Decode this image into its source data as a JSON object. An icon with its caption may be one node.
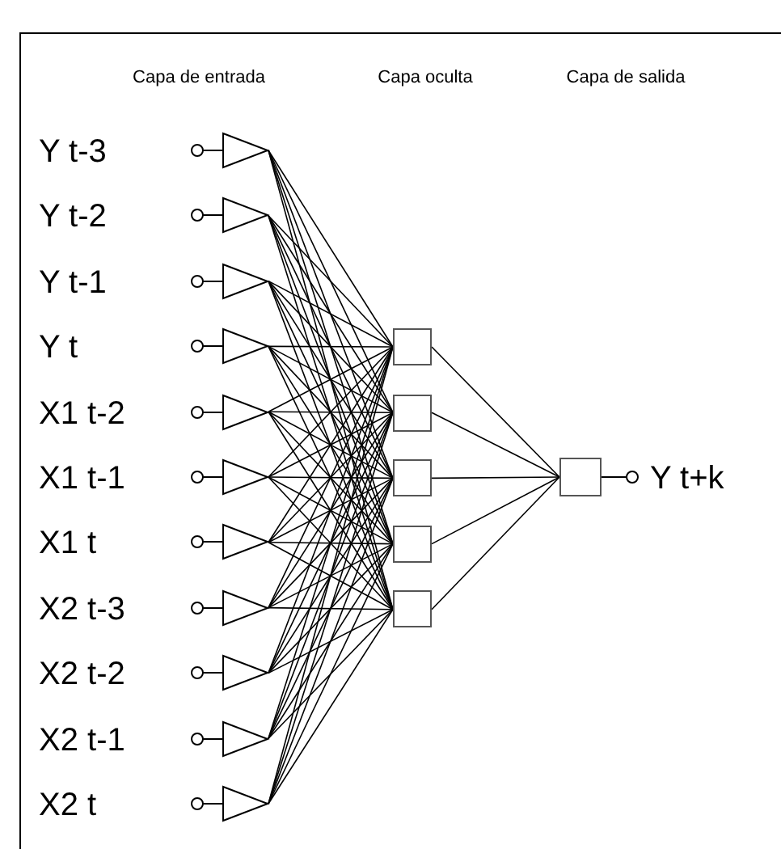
{
  "diagram": {
    "nodes": [
      {
        "text": [],
        "shape": "triangle",
        "beside": [
          "Y t-3"
        ]
      },
      {
        "text": [],
        "shape": "triangle",
        "beside": [
          "Y t-2"
        ]
      },
      {
        "text": [],
        "shape": "triangle",
        "beside": [
          "Y t-1"
        ]
      },
      {
        "text": [],
        "shape": "triangle",
        "beside": [
          "Y t"
        ]
      },
      {
        "text": [],
        "shape": "triangle",
        "beside": [
          "X1 t-2"
        ]
      },
      {
        "text": [],
        "shape": "triangle",
        "beside": [
          "X1 t-1"
        ]
      },
      {
        "text": [],
        "shape": "triangle",
        "beside": [
          "X1 t"
        ]
      },
      {
        "text": [],
        "shape": "triangle",
        "beside": [
          "X2 t-3"
        ]
      },
      {
        "text": [],
        "shape": "triangle",
        "beside": [
          "X2 t-2"
        ]
      },
      {
        "text": [],
        "shape": "triangle",
        "beside": [
          "X2 t-1"
        ]
      },
      {
        "text": [],
        "shape": "triangle",
        "beside": [
          "X2 t"
        ]
      },
      {
        "text": [],
        "shape": "box"
      },
      {
        "text": [],
        "shape": "box"
      },
      {
        "text": [],
        "shape": "box"
      },
      {
        "text": [],
        "shape": "box"
      },
      {
        "text": [],
        "shape": "box"
      },
      {
        "text": [],
        "shape": "box",
        "beside": [
          "Y t+k"
        ]
      }
    ],
    "edges": [
      {
        "from": 0,
        "to": 11,
        "arrow": "none"
      },
      {
        "from": 0,
        "to": 12,
        "arrow": "none"
      },
      {
        "from": 0,
        "to": 13,
        "arrow": "none"
      },
      {
        "from": 0,
        "to": 14,
        "arrow": "none"
      },
      {
        "from": 0,
        "to": 15,
        "arrow": "none"
      },
      {
        "from": 1,
        "to": 11,
        "arrow": "none"
      },
      {
        "from": 1,
        "to": 12,
        "arrow": "none"
      },
      {
        "from": 1,
        "to": 13,
        "arrow": "none"
      },
      {
        "from": 1,
        "to": 14,
        "arrow": "none"
      },
      {
        "from": 1,
        "to": 15,
        "arrow": "none"
      },
      {
        "from": 2,
        "to": 11,
        "arrow": "none"
      },
      {
        "from": 2,
        "to": 12,
        "arrow": "none"
      },
      {
        "from": 2,
        "to": 13,
        "arrow": "none"
      },
      {
        "from": 2,
        "to": 14,
        "arrow": "none"
      },
      {
        "from": 2,
        "to": 15,
        "arrow": "none"
      },
      {
        "from": 3,
        "to": 11,
        "arrow": "none"
      },
      {
        "from": 3,
        "to": 12,
        "arrow": "none"
      },
      {
        "from": 3,
        "to": 13,
        "arrow": "none"
      },
      {
        "from": 3,
        "to": 14,
        "arrow": "none"
      },
      {
        "from": 3,
        "to": 15,
        "arrow": "none"
      },
      {
        "from": 4,
        "to": 11,
        "arrow": "none"
      },
      {
        "from": 4,
        "to": 12,
        "arrow": "none"
      },
      {
        "from": 4,
        "to": 13,
        "arrow": "none"
      },
      {
        "from": 4,
        "to": 14,
        "arrow": "none"
      },
      {
        "from": 4,
        "to": 15,
        "arrow": "none"
      },
      {
        "from": 5,
        "to": 11,
        "arrow": "none"
      },
      {
        "from": 5,
        "to": 12,
        "arrow": "none"
      },
      {
        "from": 5,
        "to": 13,
        "arrow": "none"
      },
      {
        "from": 5,
        "to": 14,
        "arrow": "none"
      },
      {
        "from": 5,
        "to": 15,
        "arrow": "none"
      },
      {
        "from": 6,
        "to": 11,
        "arrow": "none"
      },
      {
        "from": 6,
        "to": 12,
        "arrow": "none"
      },
      {
        "from": 6,
        "to": 13,
        "arrow": "none"
      },
      {
        "from": 6,
        "to": 14,
        "arrow": "none"
      },
      {
        "from": 6,
        "to": 15,
        "arrow": "none"
      },
      {
        "from": 7,
        "to": 11,
        "arrow": "none"
      },
      {
        "from": 7,
        "to": 12,
        "arrow": "none"
      },
      {
        "from": 7,
        "to": 13,
        "arrow": "none"
      },
      {
        "from": 7,
        "to": 14,
        "arrow": "none"
      },
      {
        "from": 7,
        "to": 15,
        "arrow": "none"
      },
      {
        "from": 8,
        "to": 11,
        "arrow": "none"
      },
      {
        "from": 8,
        "to": 12,
        "arrow": "none"
      },
      {
        "from": 8,
        "to": 13,
        "arrow": "none"
      },
      {
        "from": 8,
        "to": 14,
        "arrow": "none"
      },
      {
        "from": 8,
        "to": 15,
        "arrow": "none"
      },
      {
        "from": 9,
        "to": 11,
        "arrow": "none"
      },
      {
        "from": 9,
        "to": 12,
        "arrow": "none"
      },
      {
        "from": 9,
        "to": 13,
        "arrow": "none"
      },
      {
        "from": 9,
        "to": 14,
        "arrow": "none"
      },
      {
        "from": 9,
        "to": 15,
        "arrow": "none"
      },
      {
        "from": 10,
        "to": 11,
        "arrow": "none"
      },
      {
        "from": 10,
        "to": 12,
        "arrow": "none"
      },
      {
        "from": 10,
        "to": 13,
        "arrow": "none"
      },
      {
        "from": 10,
        "to": 14,
        "arrow": "none"
      },
      {
        "from": 10,
        "to": 15,
        "arrow": "none"
      },
      {
        "from": 11,
        "to": 16,
        "arrow": "none"
      },
      {
        "from": 12,
        "to": 16,
        "arrow": "none"
      },
      {
        "from": 13,
        "to": 16,
        "arrow": "none"
      },
      {
        "from": 14,
        "to": 16,
        "arrow": "none"
      },
      {
        "from": 15,
        "to": 16,
        "arrow": "none"
      }
    ],
    "labels": [
      "Capa de entrada",
      "Capa oculta",
      "Capa de salida"
    ]
  }
}
